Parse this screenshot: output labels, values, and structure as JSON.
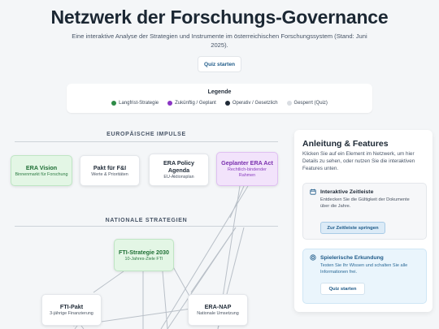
{
  "header": {
    "title": "Netzwerk der Forschungs-Governance",
    "subtitle": "Eine interaktive Analyse der Strategien und Instrumente im österreichischen Forschungssystem (Stand: Juni 2025).",
    "quiz_button": "Quiz starten"
  },
  "legend": {
    "title": "Legende",
    "items": [
      {
        "label": "Langfrist-Strategie",
        "color": "#2e8b47"
      },
      {
        "label": "Zukünftig / Geplant",
        "color": "#8a35c4"
      },
      {
        "label": "Operativ / Gesetzlich",
        "color": "#1f2a37"
      },
      {
        "label": "Gesperrt (Quiz)",
        "color": "#d9dde2"
      }
    ]
  },
  "sections": {
    "european": "EUROPÄISCHE IMPULSE",
    "national": "NATIONALE STRATEGIEN"
  },
  "nodes": {
    "era_vision": {
      "title": "ERA Vision",
      "sub": "Binnenmarkt für Forschung"
    },
    "pakt_fi": {
      "title": "Pakt für F&I",
      "sub": "Werte & Prioritäten"
    },
    "era_policy": {
      "title": "ERA Policy Agenda",
      "sub": "EU-Aktionsplan"
    },
    "era_act": {
      "title": "Geplanter ERA Act",
      "sub": "Rechtlich-bindender Rahmen"
    },
    "fti_strategie": {
      "title": "FTI-Strategie 2030",
      "sub": "10-Jahres-Ziele FTI"
    },
    "fti_pakt": {
      "title": "FTI-Pakt",
      "sub": "3-jährige Finanzierung"
    },
    "era_nap": {
      "title": "ERA-NAP",
      "sub": "Nationale Umsetzung"
    }
  },
  "panel": {
    "title": "Anleitung & Features",
    "text": "Klicken Sie auf ein Element im Netzwerk, um hier Details zu sehen, oder nutzen Sie die interaktiven Features unten.",
    "timeline": {
      "title": "Interaktive Zeitleiste",
      "text": "Entdecken Sie die Gültigkeit der Dokumente über die Jahre.",
      "button": "Zur Zeitleiste springen"
    },
    "quiz": {
      "title": "Spielerische Erkundung",
      "text": "Testen Sie Ihr Wissen und schalten Sie alle Informationen frei.",
      "button": "Quiz starten"
    }
  }
}
